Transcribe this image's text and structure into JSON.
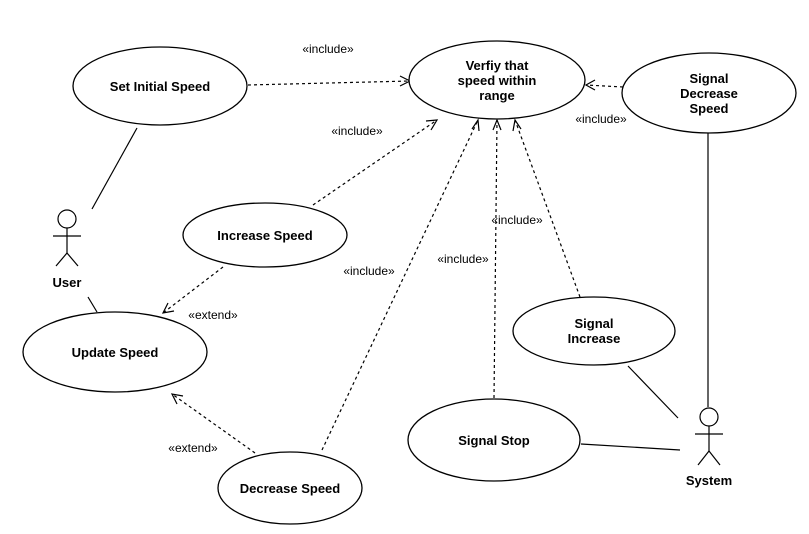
{
  "actors": {
    "user": "User",
    "system": "System"
  },
  "use_cases": {
    "set_initial_speed": [
      "Set Initial Speed"
    ],
    "verify_speed": [
      "Verfiy that",
      "speed within",
      "range"
    ],
    "signal_decrease_speed": [
      "Signal",
      "Decrease",
      "Speed"
    ],
    "increase_speed": [
      "Increase Speed"
    ],
    "update_speed": [
      "Update Speed"
    ],
    "signal_increase": [
      "Signal",
      "Increase"
    ],
    "signal_stop": [
      "Signal Stop"
    ],
    "decrease_speed": [
      "Decrease Speed"
    ]
  },
  "relations": {
    "include_set_initial": "«include»",
    "include_signal_decrease": "«include»",
    "include_increase": "«include»",
    "include_decrease": "«include»",
    "include_signal_stop": "«include»",
    "include_signal_increase": "«include»",
    "extend_increase": "«extend»",
    "extend_decrease": "«extend»"
  }
}
